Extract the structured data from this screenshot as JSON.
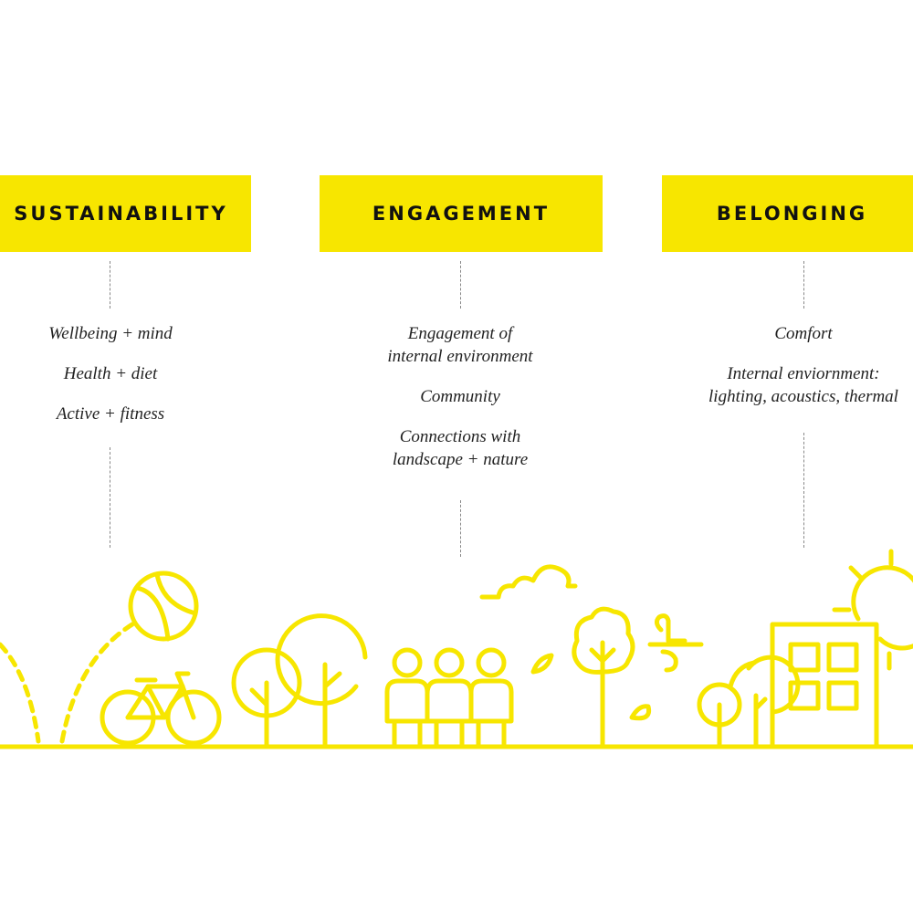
{
  "columns": [
    {
      "id": "sustainability",
      "title": "SUSTAINABILITY",
      "items": [
        "Wellbeing + mind",
        "Health + diet",
        "Active + fitness"
      ]
    },
    {
      "id": "engagement",
      "title": "ENGAGEMENT",
      "items": [
        "Engagement of\ninternal environment",
        "Community",
        "Connections with\nlandscape + nature"
      ]
    },
    {
      "id": "belonging",
      "title": "BELONGING",
      "items": [
        "Comfort",
        "Internal enviornment:\nlighting, acoustics, thermal"
      ]
    }
  ],
  "colors": {
    "accent": "#f7e600",
    "text": "#222222",
    "background": "#ffffff"
  },
  "icons": [
    "ball-icon",
    "bicycle-icon",
    "tree-icon",
    "people-group-icon",
    "cloud-icon",
    "leaf-icon",
    "wind-icon",
    "sun-icon",
    "building-icon",
    "ground-line"
  ]
}
